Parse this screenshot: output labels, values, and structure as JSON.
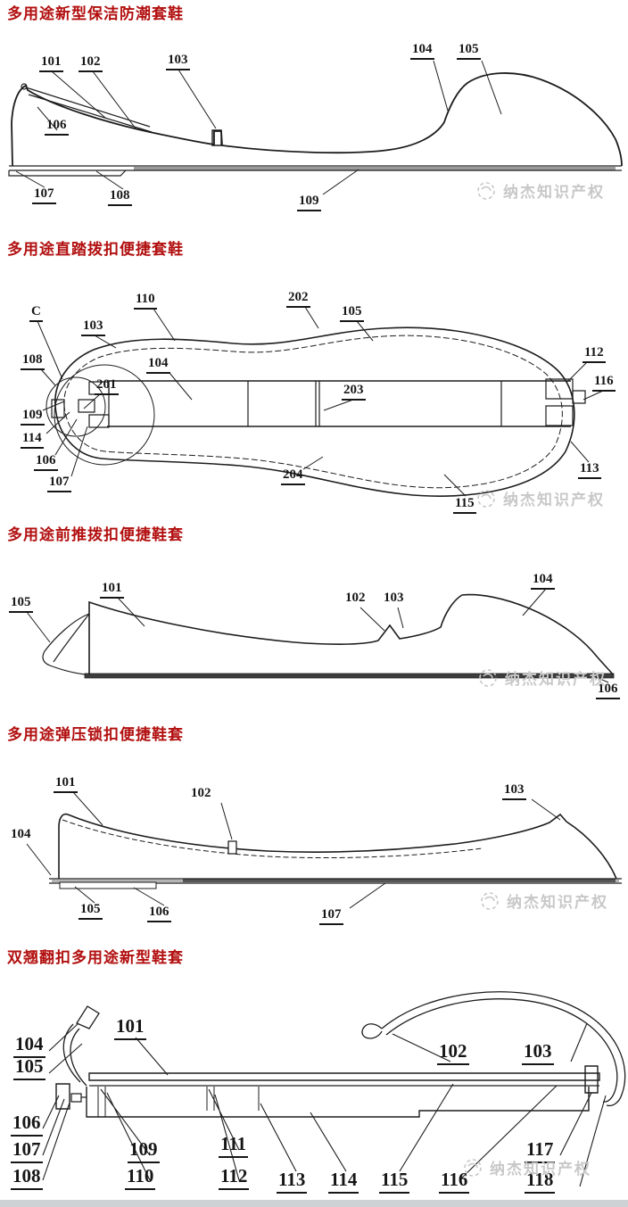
{
  "page": {
    "background": "#ffffff",
    "accent_red": "#b20f0f",
    "line_black": "#1d1d1d",
    "watermark_gray": "#c8c8c8",
    "footer_strip_gray": "#cfd2d4"
  },
  "watermark": {
    "text": "纳杰知识产权",
    "logo": "najie-swirl-logo"
  },
  "figures": [
    {
      "title": "多用途新型保洁防潮套鞋",
      "labels": [
        "101",
        "102",
        "103",
        "104",
        "105",
        "106",
        "107",
        "108",
        "109"
      ]
    },
    {
      "title": "多用途直踏拨扣便捷套鞋",
      "labels": [
        "C",
        "110",
        "202",
        "105",
        "103",
        "104",
        "108",
        "109",
        "114",
        "106",
        "107",
        "201",
        "203",
        "204",
        "115",
        "112",
        "116",
        "113"
      ]
    },
    {
      "title": "多用途前推拨扣便捷鞋套",
      "labels": [
        "105",
        "101",
        "102",
        "103",
        "104",
        "106"
      ]
    },
    {
      "title": "多用途弹压锁扣便捷鞋套",
      "labels": [
        "101",
        "102",
        "103",
        "104",
        "105",
        "106",
        "107"
      ]
    },
    {
      "title": "双翘翻扣多用途新型鞋套",
      "labels": [
        "104",
        "105",
        "101",
        "102",
        "103",
        "106",
        "107",
        "108",
        "109",
        "110",
        "111",
        "112",
        "113",
        "114",
        "115",
        "116",
        "117",
        "118"
      ]
    }
  ]
}
